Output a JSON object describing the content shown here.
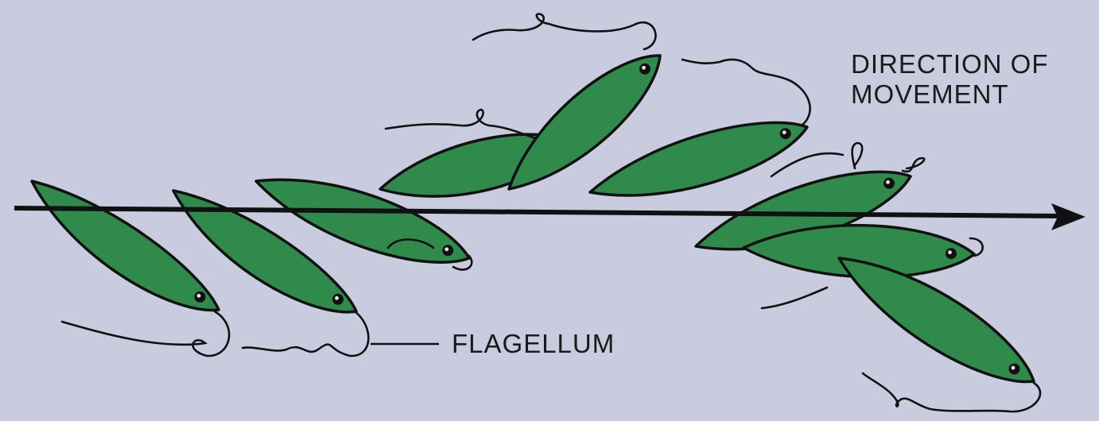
{
  "labels": {
    "direction_line1": "DIRECTION OF",
    "direction_line2": "MOVEMENT",
    "flagellum": "FLAGELLUM"
  },
  "colors": {
    "background": "#c9ccdf",
    "cell_fill": "#2f8a4c",
    "outline": "#111111"
  }
}
